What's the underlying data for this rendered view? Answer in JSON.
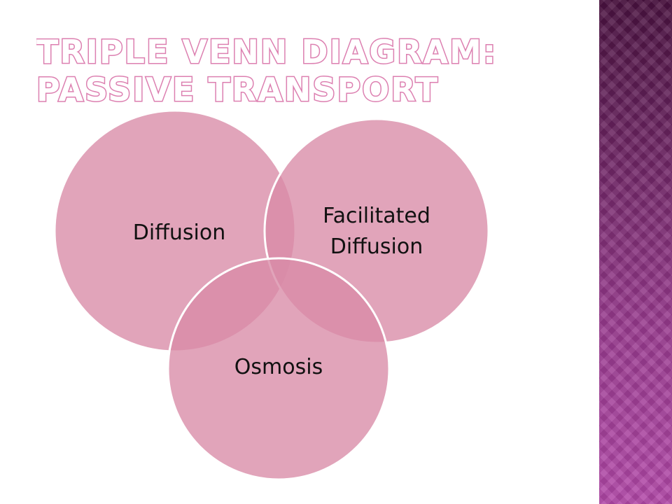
{
  "title": {
    "line1": "TRIPLE VENN DIAGRAM:",
    "line2": "PASSIVE TRANSPORT"
  },
  "venn": {
    "circles": [
      {
        "label": "Diffusion"
      },
      {
        "label_line1": "Facilitated",
        "label_line2": "Diffusion"
      },
      {
        "label": "Osmosis"
      }
    ]
  },
  "colors": {
    "circle_fill": "#d98aa6",
    "circle_stroke": "#ffffff",
    "title_outline": "#dc7fb0",
    "side_panel": "#8a3280"
  }
}
